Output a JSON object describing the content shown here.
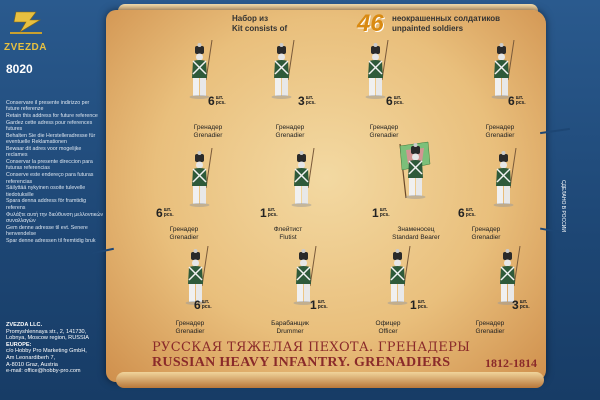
{
  "brand": {
    "logo_text": "ZVEZDA",
    "kit_number": "8020"
  },
  "header": {
    "ru_line1": "Набор из",
    "en_line1": "Kit consists of",
    "count": "46",
    "ru_line2": "неокрашенных солдатиков",
    "en_line2": "unpainted soldiers"
  },
  "retain_notes": [
    "Conservare il presente indirizzo per future referenze",
    "Retain this address for future reference",
    "Gardez cette adress pour references futures",
    "Behalten Sie die Herstelleradresse für eventuelle Reklamationen",
    "Bewaar dit adres voor mogelijke reclames",
    "Conservar la presente direccion para futuras referencias",
    "Conserve este endereço para futuras referencias",
    "Säilyttää nykyinen osoite tulevelle tiedotuksille",
    "Spara denna address för framtidig referens",
    "Φυλάξτε αυτή την διεύθυνση μελλοντικών συναλλαγών",
    "Gem denne adresse til evt. Senere henvendelse",
    "Spar denne adressen til fremtidig bruk"
  ],
  "address": {
    "company": "ZVEZDA LLC.",
    "street": "Promyshlennaya str., 2, 141730,",
    "city": "Lobnya, Moscow region, RUSSIA",
    "europe_head": "EUROPE:",
    "europe_line1": "c/o Hobby Pro Marketing GmbH,",
    "europe_line2": "Am Leonardiberh 7,",
    "europe_line3": "A-8010 Graz, Austria",
    "email": "e-mail: office@hobby-pro.com"
  },
  "figures": [
    {
      "qty": "6",
      "unit_ru": "шт.",
      "unit_en": "pcs.",
      "ru": "Гренадер",
      "en": "Grenadier"
    },
    {
      "qty": "3",
      "unit_ru": "шт.",
      "unit_en": "pcs.",
      "ru": "Гренадер",
      "en": "Grenadier"
    },
    {
      "qty": "6",
      "unit_ru": "шт.",
      "unit_en": "pcs.",
      "ru": "Гренадер",
      "en": "Grenadier"
    },
    {
      "qty": "6",
      "unit_ru": "шт.",
      "unit_en": "pcs.",
      "ru": "Гренадер",
      "en": "Grenadier"
    },
    {
      "qty": "6",
      "unit_ru": "шт.",
      "unit_en": "pcs.",
      "ru": "Гренадер",
      "en": "Grenadier"
    },
    {
      "qty": "1",
      "unit_ru": "шт.",
      "unit_en": "pcs.",
      "ru": "Флейтист",
      "en": "Flutist"
    },
    {
      "qty": "1",
      "unit_ru": "шт.",
      "unit_en": "pcs.",
      "ru": "Знаменосец",
      "en": "Standard Bearer"
    },
    {
      "qty": "6",
      "unit_ru": "шт.",
      "unit_en": "pcs.",
      "ru": "Гренадер",
      "en": "Grenadier"
    },
    {
      "qty": "6",
      "unit_ru": "шт.",
      "unit_en": "pcs.",
      "ru": "Гренадер",
      "en": "Grenadier"
    },
    {
      "qty": "1",
      "unit_ru": "шт.",
      "unit_en": "pcs.",
      "ru": "Барабанщик",
      "en": "Drummer"
    },
    {
      "qty": "1",
      "unit_ru": "шт.",
      "unit_en": "pcs.",
      "ru": "Офицер",
      "en": "Officer"
    },
    {
      "qty": "3",
      "unit_ru": "шт.",
      "unit_en": "pcs.",
      "ru": "Гренадер",
      "en": "Grenadier"
    }
  ],
  "title": {
    "ru": "РУССКАЯ ТЯЖЕЛАЯ ПЕХОТА. ГРЕНАДЕРЫ",
    "en": "RUSSIAN HEAVY INFANTRY. GRENADIERS",
    "years": "1812-1814"
  },
  "side_vertical": "СДЕЛАНО В РОССИИ",
  "colors": {
    "background": "#1e4a78",
    "parchment": "#f3d9a2",
    "title": "#8a2a2a",
    "accent": "#d98a12",
    "logo_gold": "#e8c040",
    "flag_green": "#7cc07a",
    "flag_pink": "#e88a9a"
  }
}
